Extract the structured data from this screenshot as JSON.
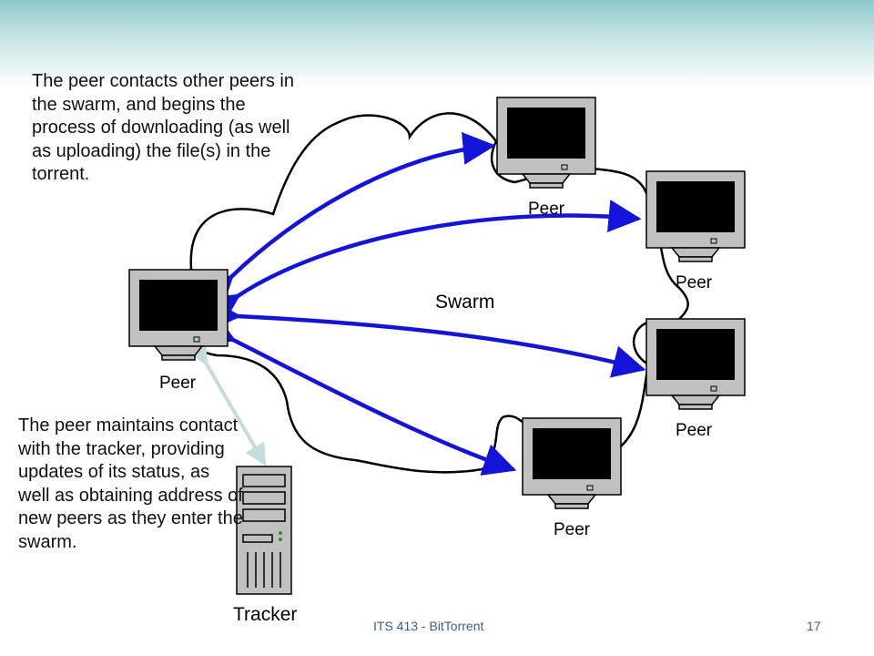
{
  "captions": {
    "top": "The peer contacts other peers in the swarm, and begins the process of downloading (as well as uploading) the file(s) in the torrent.",
    "bottom": "The peer maintains contact with the tracker, providing updates of its status, as well as obtaining address of new peers as they enter the swarm."
  },
  "diagram": {
    "swarm_label": "Swarm",
    "peer_label": "Peer",
    "tracker_label": "Tracker"
  },
  "footer": {
    "title": "ITS 413 - BitTorrent",
    "page": "17"
  },
  "colors": {
    "arrow": "#1414d8",
    "tracker_link": "#c4dcdc",
    "band": "#8fc8cc",
    "screen": "#000000",
    "monitor": "#c0c0c0"
  }
}
